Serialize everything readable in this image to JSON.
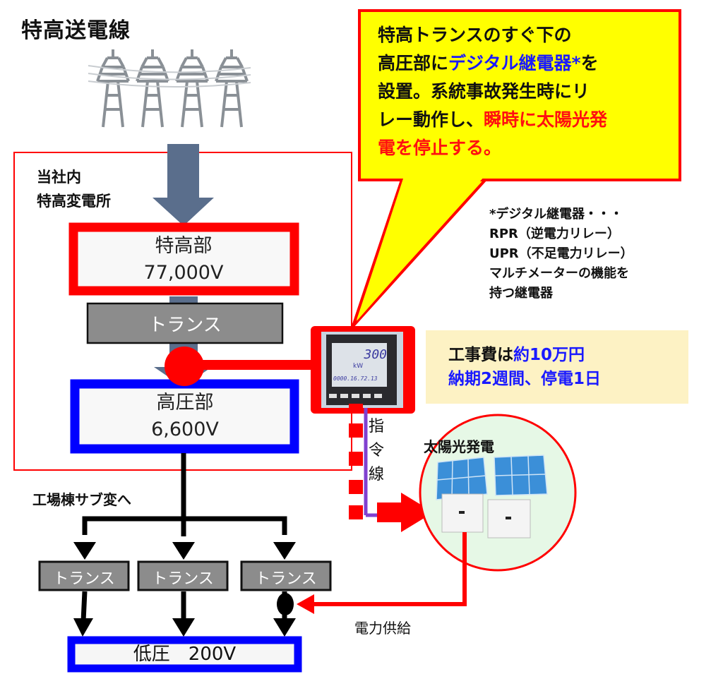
{
  "title": "特高送電線",
  "station": {
    "label_line1": "当社内",
    "label_line2": "特高変電所"
  },
  "extra_high_section": {
    "name": "特高部",
    "voltage": "77,000V"
  },
  "main_transformer": {
    "label": "トランス"
  },
  "high_voltage_section": {
    "name": "高圧部",
    "voltage": "6,600V"
  },
  "callout": {
    "line1": "特高トランスのすぐ下の",
    "line2_a": "高圧部に",
    "line2_b": "デジタル継電器*",
    "line2_c": "を",
    "line3": "設置。系統事故発生時にリ",
    "line4_a": "レー動作し、",
    "line4_b": "瞬時に太陽光発",
    "line5": "電を停止する。"
  },
  "footnote": {
    "line1": "*デジタル継電器・・・",
    "line2": "RPR（逆電力リレー）",
    "line3": "UPR（不足電力リレー）",
    "line4": "マルチメーターの機能を",
    "line5": "持つ継電器"
  },
  "cost": {
    "line1_a": "工事費は",
    "line1_b": "約10万円",
    "line2": "納期2週間、停電1日"
  },
  "relay_device": {
    "display_value": "300",
    "display_unit": "kW",
    "display_sub": "0000.16.72.13"
  },
  "command_line_label": "指令線",
  "solar": {
    "label": "太陽光発電"
  },
  "branch_label": "工場棟サブ変へ",
  "sub_transformers": [
    {
      "label": "トランス"
    },
    {
      "label": "トランス"
    },
    {
      "label": "トランス"
    }
  ],
  "low_voltage": {
    "label": "低圧　200V"
  },
  "power_supply_label": "電力供給",
  "colors": {
    "red": "#ff0000",
    "blue": "#0000ff",
    "yellow": "#ffff00",
    "gray": "#8c8c8c",
    "steel_blue": "#5a6e8c",
    "purple": "#8040d0",
    "cream": "#fdf2c4",
    "light_green": "#e6f8e6"
  }
}
